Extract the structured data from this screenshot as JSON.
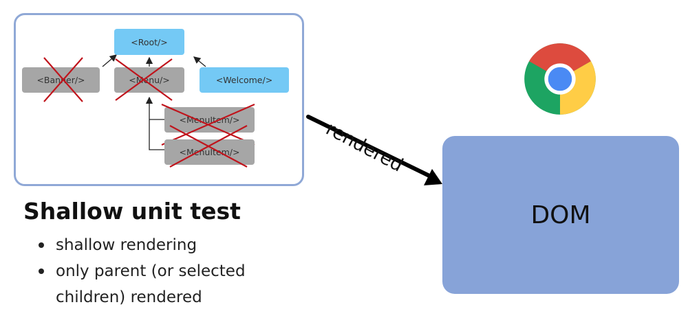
{
  "tree": {
    "root": "<Root/>",
    "banner": "<Banner/>",
    "menu": "<Menu/>",
    "welcome": "<Welcome/>",
    "menu_item_1": "<MenuItem/>",
    "menu_item_2": "<MenuItem/>"
  },
  "heading": "Shallow unit test",
  "bullets": [
    "shallow rendering",
    "only parent (or selected children) rendered"
  ],
  "arrow_label": "rendered",
  "dom_label": "DOM",
  "icons": [
    "chrome-icon"
  ],
  "colors": {
    "panel_border": "#8fa8d6",
    "rendered_node": "#74c9f5",
    "skipped_node": "#a6a6a6",
    "cross": "#c0141c",
    "dom_box": "#87a3d8"
  }
}
